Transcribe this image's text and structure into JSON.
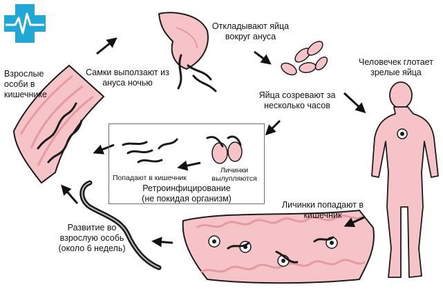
{
  "labels": {
    "adults_in_intestine": [
      "Взрослые",
      "особи в",
      "кишечнике"
    ],
    "females_crawl_out": [
      "Самки выползают из",
      "ануса ночью"
    ],
    "lay_eggs": [
      "Откладывают яйца",
      "вокруг ануса"
    ],
    "human_swallows": [
      "Человечек глотает",
      "зрелые яйца"
    ],
    "eggs_mature": [
      "Яйца созревают за",
      "несколько часов"
    ],
    "larvae_hatch": [
      "Личинки",
      "вылупляются"
    ],
    "get_into_intestine": "Попадают в кишечник",
    "retroinfection": [
      "Ретроинфицирование",
      "(не покидая организм)"
    ],
    "larvae_reach_intestine": [
      "Личинки попадают в",
      "кишечник"
    ],
    "development": [
      "Развитие во",
      "взрослую особь",
      "(около 6 недель)"
    ]
  },
  "colors": {
    "tissue_pink": "#f6c3c8",
    "tissue_outline": "#1a1a1a",
    "worm": "#1a1a1a",
    "logo": "#1fa7d6"
  },
  "icons": {
    "logo": "medical-cross-pulse-icon",
    "cycle_arrows": "arrow-icon"
  }
}
